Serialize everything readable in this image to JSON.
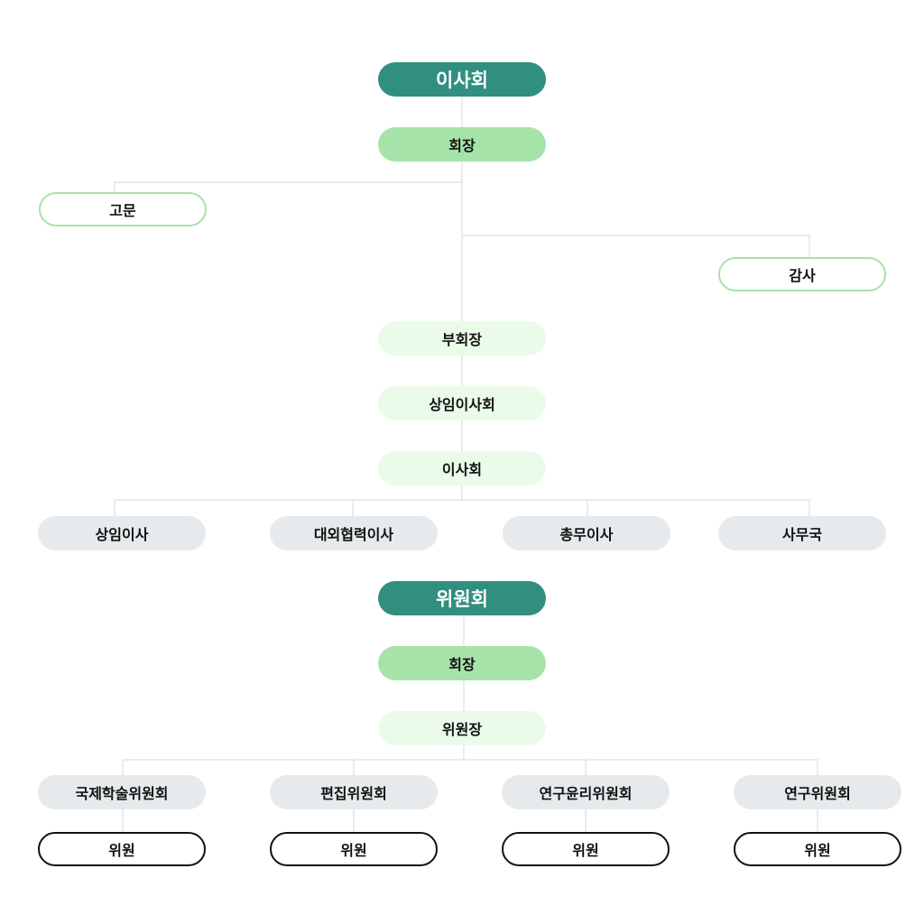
{
  "board": {
    "title": "이사회",
    "chair": "회장",
    "advisor": "고문",
    "auditor": "감사",
    "vice_chair": "부회장",
    "standing_board": "상임이사회",
    "board": "이사회",
    "members": [
      "상임이사",
      "대외협력이사",
      "총무이사",
      "사무국"
    ]
  },
  "committee": {
    "title": "위원회",
    "chair": "회장",
    "head": "위원장",
    "committees": [
      "국제학술위원회",
      "편집위원회",
      "연구윤리위원회",
      "연구위원회"
    ],
    "member_label": "위원"
  },
  "colors": {
    "dark": "#318f7f",
    "mid": "#a6e3a9",
    "light": "#eafbea",
    "gray": "#e6eaec"
  }
}
